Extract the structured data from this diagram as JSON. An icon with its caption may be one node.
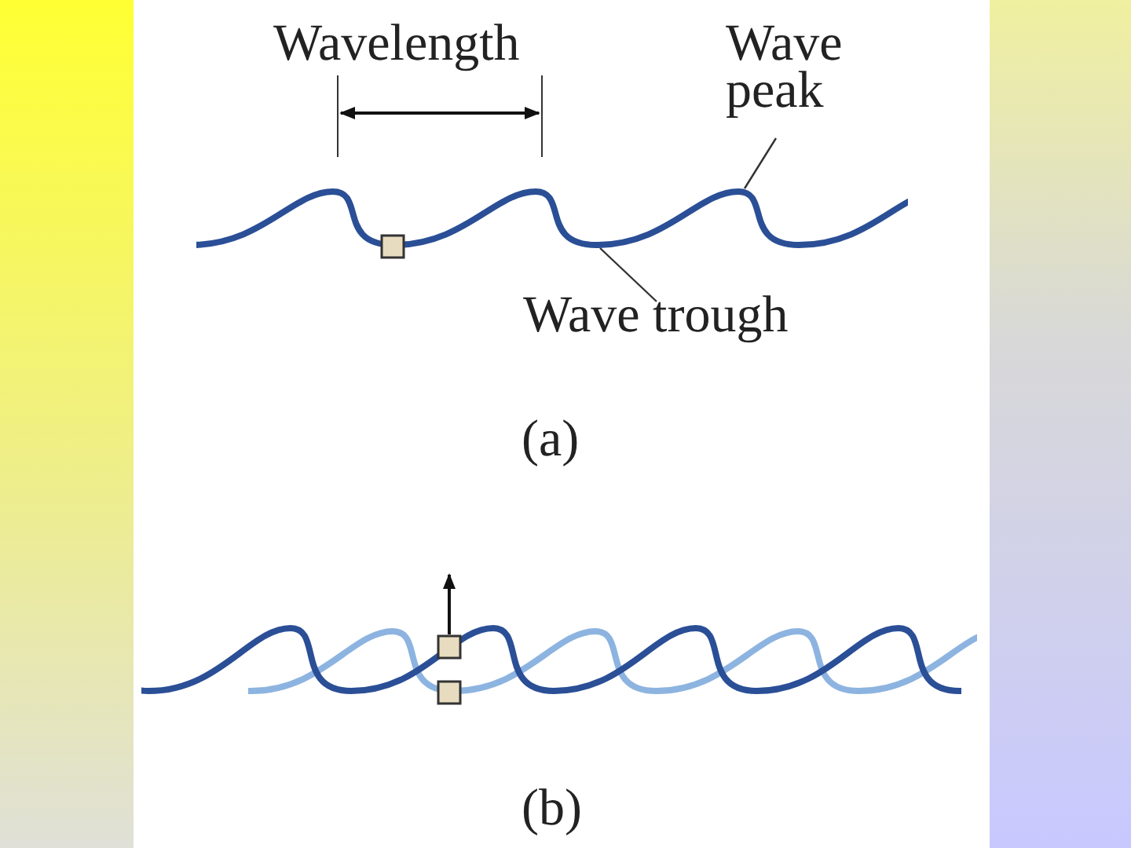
{
  "diagram": {
    "nodes": [
      {
        "text": [
          "Wave peak"
        ]
      },
      {
        "text": [
          "Wave trough"
        ]
      },
      {
        "text": [],
        "shape": "wave"
      }
    ],
    "edges": [
      {
        "from": 0,
        "to": 2,
        "arrow": "none"
      },
      {
        "from": 1,
        "to": 2,
        "arrow": "none"
      }
    ],
    "labels": [
      "Wavelength",
      "(a)",
      "(b)"
    ]
  }
}
